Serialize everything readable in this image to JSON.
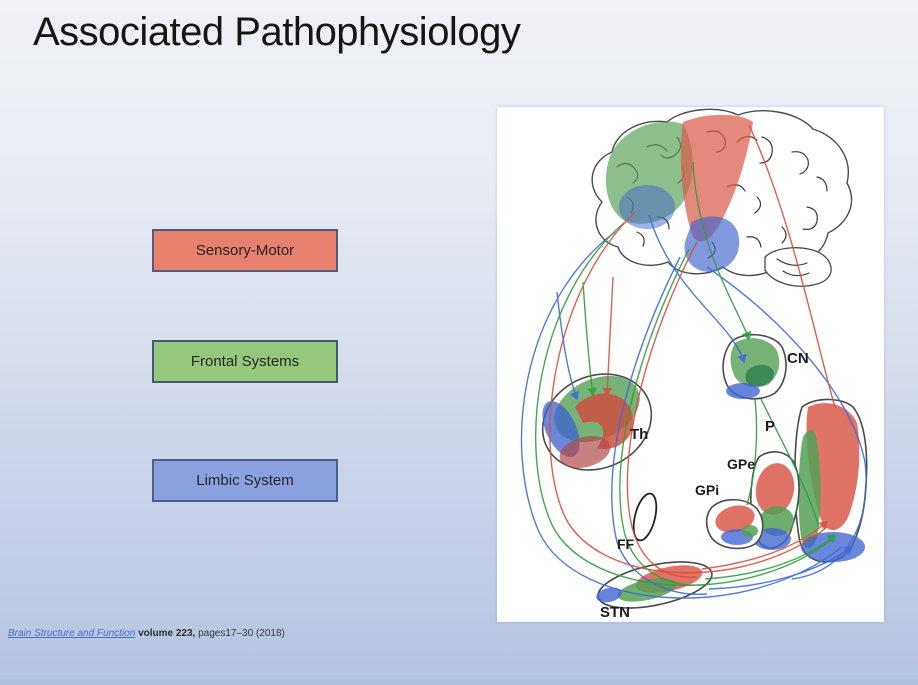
{
  "slide": {
    "title": "Associated Pathophysiology"
  },
  "legend": {
    "items": [
      {
        "label": "Sensory-Motor",
        "fill": "#E8806E",
        "border": "#4E5A7E"
      },
      {
        "label": "Frontal Systems",
        "fill": "#93C87D",
        "border": "#49596B"
      },
      {
        "label": "Limbic System",
        "fill": "#8BA0DE",
        "border": "#4F5D8E"
      }
    ]
  },
  "diagram": {
    "description": "Basal ganglia circuit figure: lateral brain with colored cortical territories connected by red, green and blue pathways to subcortical nuclei",
    "labels": {
      "cn": "CN",
      "p": "P",
      "th": "Th",
      "gpe": "GPe",
      "gpi": "GPi",
      "ff": "FF",
      "stn": "STN"
    },
    "pathway_colors": {
      "sensory_motor": "#D94F40",
      "frontal": "#2F9E3F",
      "limbic": "#3D6BDB"
    }
  },
  "citation": {
    "journal": "Brain Structure and Function",
    "volume": " volume 223,",
    "pages": " pages17–30 (2018)"
  }
}
